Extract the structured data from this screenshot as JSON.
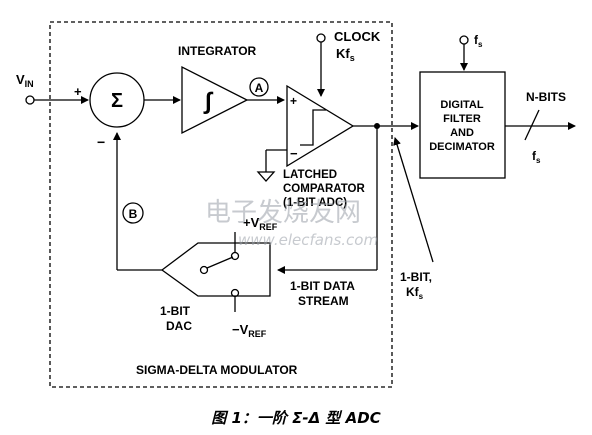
{
  "blocks": {
    "input_label": "V",
    "input_sub": "IN",
    "sum_symbol": "Σ",
    "plus": "+",
    "minus": "−",
    "integrator": "INTEGRATOR",
    "node_a": "A",
    "node_b": "B",
    "clock_line1": "CLOCK",
    "clock_line2": "Kf",
    "clock_sub": "s",
    "comparator_line1": "LATCHED",
    "comparator_line2": "COMPARATOR",
    "comparator_line3": "(1-BIT ADC)",
    "vref_pos": "+V",
    "vref_pos_sub": "REF",
    "vref_neg": "−V",
    "vref_neg_sub": "REF",
    "dac_line1": "1-BIT",
    "dac_line2": "DAC",
    "stream_line1": "1-BIT DATA",
    "stream_line2": "STREAM",
    "modulator_label": "SIGMA-DELTA MODULATOR",
    "filter_line1": "DIGITAL",
    "filter_line2": "FILTER",
    "filter_line3": "AND",
    "filter_line4": "DECIMATOR",
    "fs_top": "f",
    "fs_top_sub": "s",
    "nbits": "N-BITS",
    "fs_out": "f",
    "fs_out_sub": "s",
    "onebit_line1": "1-BIT,",
    "onebit_line2": "Kf",
    "onebit_sub": "s"
  },
  "watermark": {
    "chinese": "电子发烧友网",
    "url": "www.elecfans.com"
  },
  "caption": "图 1：一阶 Σ-Δ 型 ADC"
}
